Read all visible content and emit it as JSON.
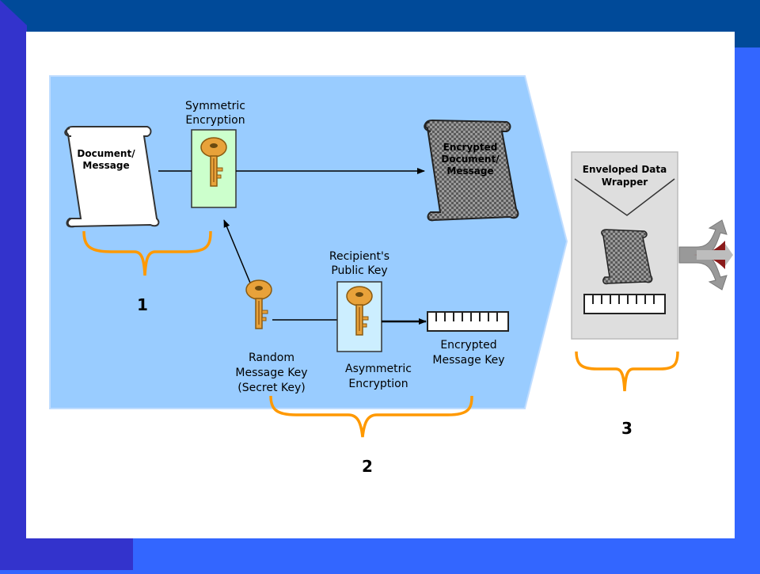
{
  "labels": {
    "symmetric_line1": "Symmetric",
    "symmetric_line2": "Encryption",
    "document_line1": "Document/",
    "document_line2": "Message",
    "encrypted_doc_line1": "Encrypted",
    "encrypted_doc_line2": "Document/",
    "encrypted_doc_line3": "Message",
    "recipient_line1": "Recipient's",
    "recipient_line2": "Public Key",
    "random_line1": "Random",
    "random_line2": "Message Key",
    "random_line3": "(Secret Key)",
    "asymmetric_line1": "Asymmetric",
    "asymmetric_line2": "Encryption",
    "enc_key_line1": "Encrypted",
    "enc_key_line2": "Message Key",
    "wrapper_line1": "Enveloped Data",
    "wrapper_line2": "Wrapper",
    "step1": "1",
    "step2": "2",
    "step3": "3"
  },
  "colors": {
    "slide_top": "#004a99",
    "slide_left": "#3333cc",
    "slide_body": "#3366ff",
    "canvas": "#ffffff",
    "process_area": "#99ccff",
    "symmetric_box": "#ccffcc",
    "asymmetric_box": "#cceeff",
    "key_gold": "#e8a23a",
    "brace": "#ff9900",
    "wrapper_bg": "#dedede"
  },
  "icons": {
    "document": "scroll-icon",
    "encrypted_document": "encrypted-scroll-icon",
    "key": "key-icon",
    "encrypted_key": "ruler-strip-icon",
    "distribute": "split-arrow-icon"
  }
}
